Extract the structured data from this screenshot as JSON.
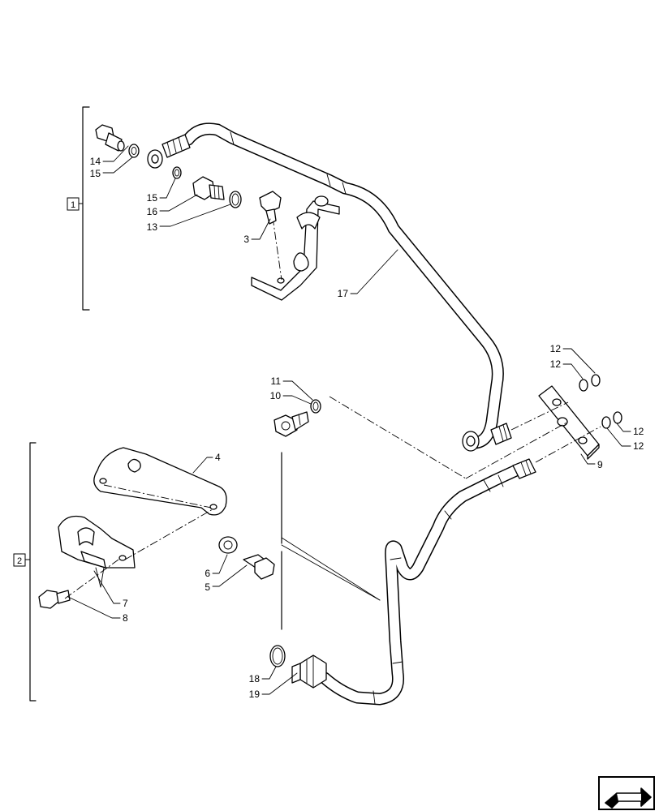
{
  "group_labels": {
    "g1": "1",
    "g2": "2"
  },
  "callouts": {
    "c14": "14",
    "c15a": "15",
    "c15b": "15",
    "c16": "16",
    "c13": "13",
    "c3": "3",
    "c17": "17",
    "c11": "11",
    "c10": "10",
    "c12a": "12",
    "c12b": "12",
    "c12c": "12",
    "c12d": "12",
    "c9": "9",
    "c4": "4",
    "c6": "6",
    "c5": "5",
    "c7": "7",
    "c8": "8",
    "c18": "18",
    "c19": "19"
  },
  "icons": {
    "nav": "next-page-arrow-icon"
  }
}
